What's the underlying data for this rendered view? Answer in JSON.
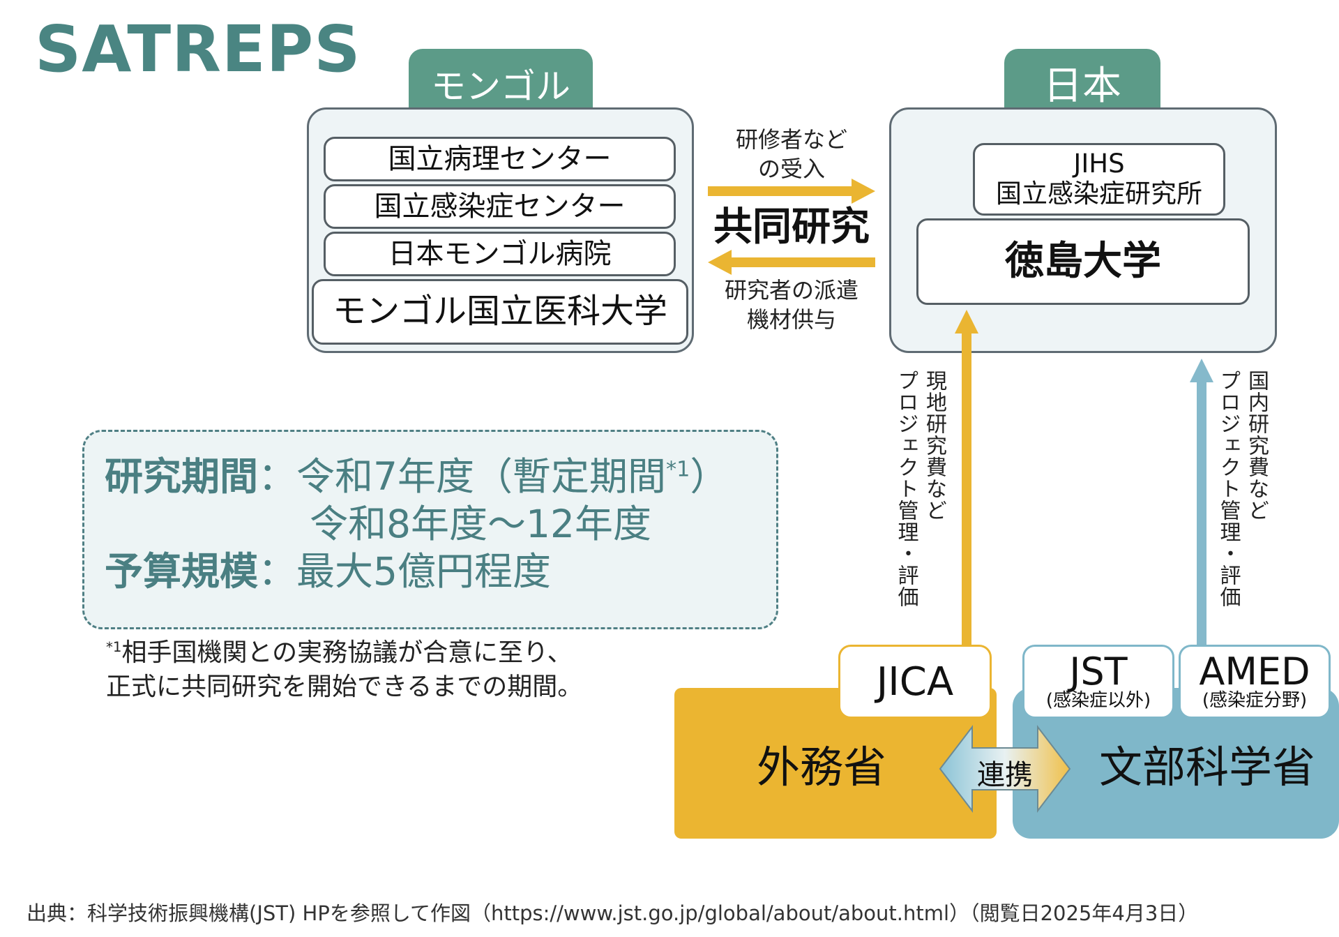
{
  "title": "SATREPS",
  "mongolia": {
    "tab": "モンゴル",
    "institutions": [
      "国立病理センター",
      "国立感染症センター",
      "日本モンゴル病院",
      "モンゴル国立医科大学"
    ]
  },
  "japan": {
    "tab": "日本",
    "jihs_line1": "JIHS",
    "jihs_line2": "国立感染症研究所",
    "university": "徳島大学"
  },
  "exchange": {
    "top_line1": "研修者など",
    "top_line2": "の受入",
    "center": "共同研究",
    "bottom_line1": "研究者の派遣",
    "bottom_line2": "機材供与"
  },
  "jica_flow": {
    "line1": "現地研究費など",
    "line2": "プロジェクト管理・評価"
  },
  "domestic_flow": {
    "line1": "国内研究費など",
    "line2": "プロジェクト管理・評価"
  },
  "info": {
    "period_label": "研究期間",
    "colon": "：",
    "period_value1": "令和7年度（暫定期間",
    "period_sup": "*1",
    "period_close": "）",
    "period_value2": "令和8年度～12年度",
    "budget_label": "予算規模",
    "budget_value": "最大5億円程度"
  },
  "footnote": {
    "marker": "*1",
    "line1": "相手国機関との実務協議が合意に至り、",
    "line2": "正式に共同研究を開始できるまでの期間。"
  },
  "agencies": {
    "jica": "JICA",
    "jst": "JST",
    "jst_sub": "(感染症以外)",
    "amed": "AMED",
    "amed_sub": "(感染症分野)"
  },
  "ministries": {
    "mofa": "外務省",
    "mext": "文部科学省",
    "link": "連携"
  },
  "source": "出典：科学技術振興機構(JST) HPを参照して作図（https://www.jst.go.jp/global/about/about.html）（閲覧日2025年4月3日）",
  "colors": {
    "title_teal": "#4a8582",
    "tab_green": "#5c9b88",
    "panel_bg": "#eef4f6",
    "mofa_gold": "#ebb531",
    "mext_blue": "#7fb7c9",
    "arrow_gold": "#eab532",
    "arrow_blue": "#85b9cb"
  }
}
